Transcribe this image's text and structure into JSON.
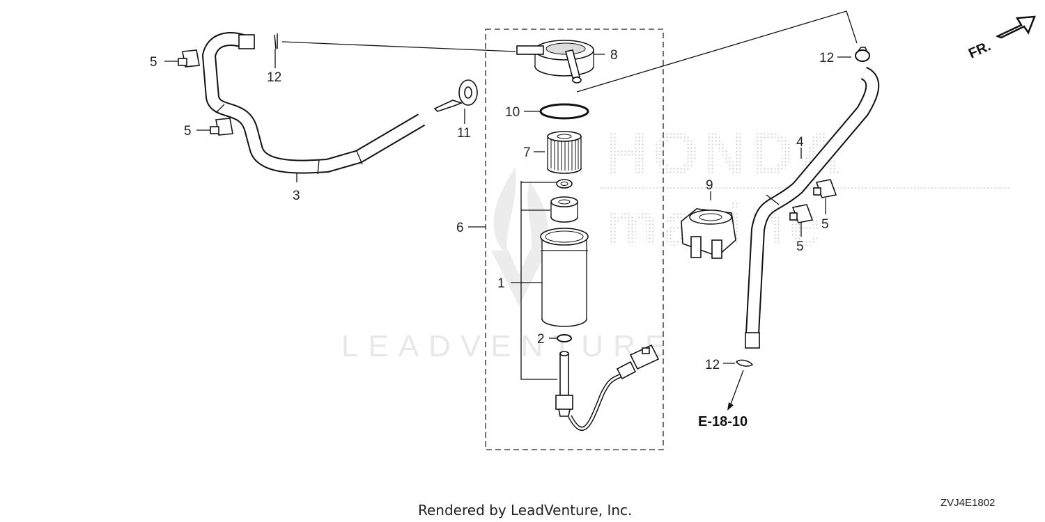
{
  "watermark": {
    "brand_top": "HONDA",
    "brand_bottom": "marine",
    "dealer": "LEADVENTURE"
  },
  "callouts": {
    "c1": "1",
    "c2": "2",
    "c3": "3",
    "c4": "4",
    "c5a": "5",
    "c5b": "5",
    "c5c": "5",
    "c5d": "5",
    "c6": "6",
    "c7": "7",
    "c8": "8",
    "c9": "9",
    "c10": "10",
    "c11": "11",
    "c12a": "12",
    "c12b": "12",
    "c12c": "12"
  },
  "reference": "E-18-10",
  "direction_label": "FR.",
  "footer": {
    "rendered_by": "Rendered by LeadVenture, Inc.",
    "diagram_code": "ZVJ4E1802"
  }
}
